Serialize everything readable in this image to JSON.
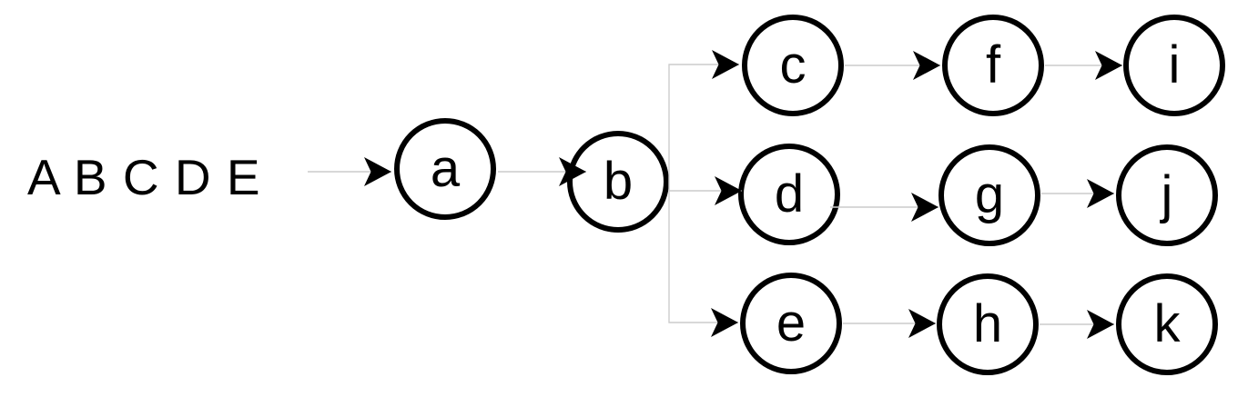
{
  "diagram": {
    "input_label": "A B C D E",
    "nodes": [
      {
        "id": "a",
        "label": "a"
      },
      {
        "id": "b",
        "label": "b"
      },
      {
        "id": "c",
        "label": "c"
      },
      {
        "id": "d",
        "label": "d"
      },
      {
        "id": "e",
        "label": "e"
      },
      {
        "id": "f",
        "label": "f"
      },
      {
        "id": "g",
        "label": "g"
      },
      {
        "id": "h",
        "label": "h"
      },
      {
        "id": "i",
        "label": "i"
      },
      {
        "id": "j",
        "label": "j"
      },
      {
        "id": "k",
        "label": "k"
      }
    ],
    "edges": [
      {
        "from": "input",
        "to": "a"
      },
      {
        "from": "a",
        "to": "b"
      },
      {
        "from": "b",
        "to": "c"
      },
      {
        "from": "b",
        "to": "d"
      },
      {
        "from": "b",
        "to": "e"
      },
      {
        "from": "c",
        "to": "f"
      },
      {
        "from": "d",
        "to": "g"
      },
      {
        "from": "e",
        "to": "h"
      },
      {
        "from": "f",
        "to": "i"
      },
      {
        "from": "g",
        "to": "j"
      },
      {
        "from": "h",
        "to": "k"
      }
    ],
    "colors": {
      "background": "#ffffff",
      "node_stroke": "#000000",
      "node_fill": "#ffffff",
      "edge_line": "#cccccc",
      "arrowhead": "#000000",
      "text": "#000000"
    }
  }
}
